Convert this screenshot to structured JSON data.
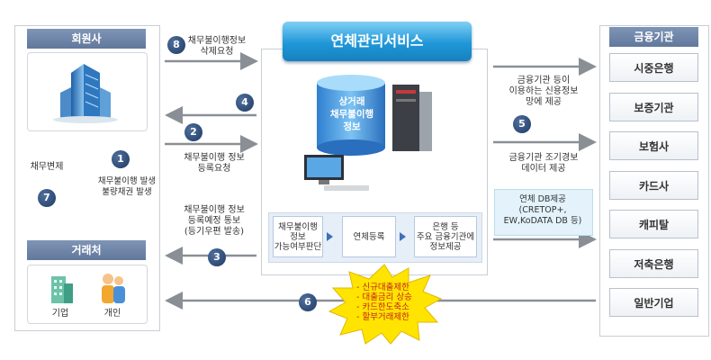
{
  "member": {
    "title": "회원사"
  },
  "trader": {
    "title": "거래처",
    "corp_label": "기업",
    "person_label": "개인"
  },
  "service": {
    "title": "연체관리서비스",
    "db_label": "상거래\n채무불이행\n정보"
  },
  "institutions": {
    "title": "금융기관",
    "items": [
      "시중은행",
      "보증기관",
      "보험사",
      "카드사",
      "캐피탈",
      "저축은행",
      "일반기업"
    ]
  },
  "flows": {
    "step1": "채무불이행 발생\n불량채권 발생",
    "step2": "채무불이행 정보\n등록요청",
    "step3": "채무불이행 정보\n등록예정 통보\n(등기우편 발송)",
    "step7": "채무변제",
    "step8": "채무불이행정보\n삭제요청",
    "right_top": "금융기관 등이\n이용하는 신용정보\n망에 제공",
    "right_mid": "금융기관 조기경보\n데이터 제공",
    "db_provide": "연체 DB제공\n(CRETOP+,\nEW,KoDATA DB 등)"
  },
  "process": [
    "채무불이행\n정보\n가능여부판단",
    "연체등록",
    "은행 등\n주요 금융기관에\n정보제공"
  ],
  "penalties": [
    "- 신규대출제한",
    "- 대출금리 상승",
    "- 카드한도축소",
    "- 할부거래제한"
  ],
  "badges": [
    "1",
    "2",
    "3",
    "4",
    "5",
    "6",
    "7",
    "8"
  ],
  "colors": {
    "header": "#6d84a8",
    "badge": "#2b4a78",
    "service": "#2fa6e0",
    "arrow": "#8a8f96",
    "burst": "#ffe400"
  }
}
